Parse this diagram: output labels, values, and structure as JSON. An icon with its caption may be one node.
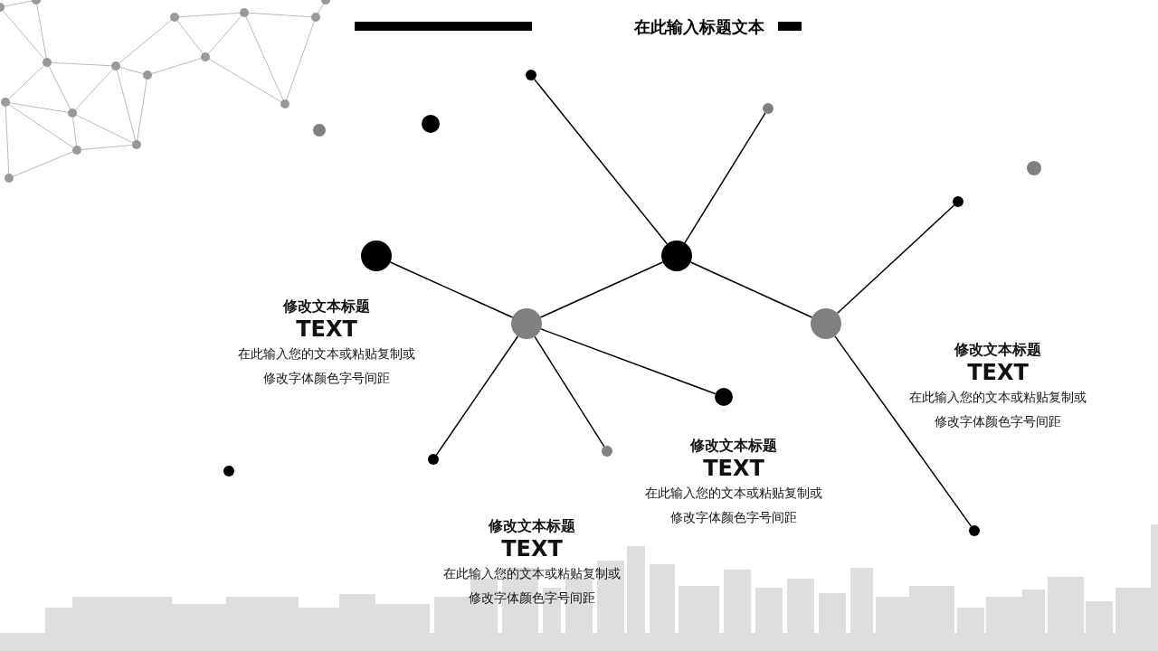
{
  "diagram": {
    "title": "在此输入标题文本",
    "nodes": [
      {
        "text": [],
        "shape": "circle"
      },
      {
        "text": [],
        "shape": "circle"
      },
      {
        "text": [],
        "shape": "circle"
      },
      {
        "text": [],
        "shape": "circle"
      },
      {
        "text": [],
        "shape": "circle"
      },
      {
        "text": [],
        "shape": "circle"
      },
      {
        "text": [],
        "shape": "circle"
      },
      {
        "text": [],
        "shape": "circle"
      },
      {
        "text": [],
        "shape": "circle"
      },
      {
        "text": [],
        "shape": "circle"
      },
      {
        "text": [],
        "shape": "circle"
      },
      {
        "text": [],
        "shape": "circle"
      },
      {
        "text": [],
        "shape": "circle"
      },
      {
        "text": [],
        "shape": "circle"
      },
      {
        "text": [],
        "shape": "circle"
      }
    ],
    "edges": [
      {
        "from": 7,
        "to": 0,
        "arrow": "none"
      },
      {
        "from": 7,
        "to": 1,
        "arrow": "none"
      },
      {
        "from": 7,
        "to": 8,
        "arrow": "none"
      },
      {
        "from": 7,
        "to": 9,
        "arrow": "none"
      },
      {
        "from": 6,
        "to": 8,
        "arrow": "none"
      },
      {
        "from": 8,
        "to": 10,
        "arrow": "none"
      },
      {
        "from": 8,
        "to": 12,
        "arrow": "none"
      },
      {
        "from": 8,
        "to": 11,
        "arrow": "none"
      },
      {
        "from": 9,
        "to": 5,
        "arrow": "none"
      },
      {
        "from": 9,
        "to": 14,
        "arrow": "none"
      }
    ],
    "labels": [
      "修改文本标题",
      "TEXT",
      "在此输入您的文本或粘贴复制或修改字体颜色字号间距",
      "修改文本标题",
      "TEXT",
      "在此输入您的文本或粘贴复制或修改字体颜色字号间距",
      "修改文本标题",
      "TEXT",
      "在此输入您的文本或粘贴复制或修改字体颜色字号间距",
      "修改文本标题",
      "TEXT",
      "在此输入您的文本或粘贴复制或修改字体颜色字号间距"
    ]
  }
}
